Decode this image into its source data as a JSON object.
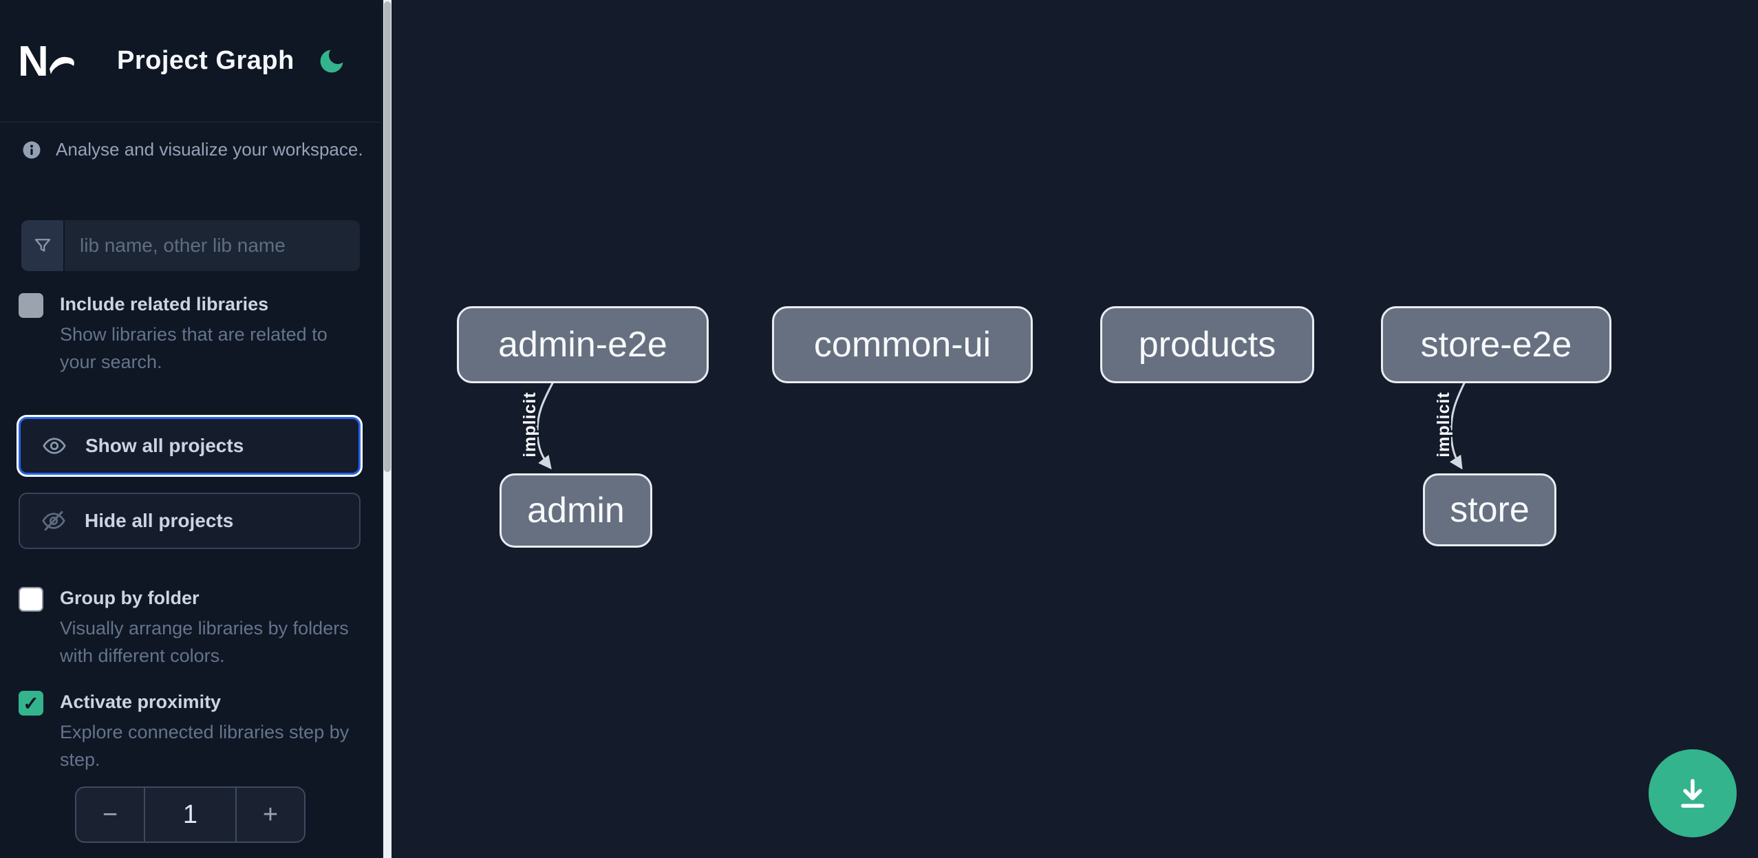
{
  "app": {
    "logo_text": "Nx",
    "title": "Project Graph"
  },
  "sidebar": {
    "tagline": "Analyse and visualize your workspace.",
    "search": {
      "placeholder": "lib name, other lib name"
    },
    "include_related": {
      "label": "Include related libraries",
      "description": "Show libraries that are related to your search.",
      "checked": false
    },
    "show_all_label": "Show all projects",
    "hide_all_label": "Hide all projects",
    "group_by_folder": {
      "label": "Group by folder",
      "description": "Visually arrange libraries by folders with different colors.",
      "checked": false
    },
    "activate_proximity": {
      "label": "Activate proximity",
      "description": "Explore connected libraries step by step.",
      "checked": true
    },
    "proximity": {
      "decrease": "−",
      "value": "1",
      "increase": "+"
    }
  },
  "graph": {
    "nodes": [
      {
        "label": "admin-e2e"
      },
      {
        "label": "common-ui"
      },
      {
        "label": "products"
      },
      {
        "label": "store-e2e"
      },
      {
        "label": "admin"
      },
      {
        "label": "store"
      }
    ],
    "edges": [
      {
        "source": "admin-e2e",
        "target": "admin",
        "label": "implicit"
      },
      {
        "source": "store-e2e",
        "target": "store",
        "label": "implicit"
      }
    ]
  },
  "colors": {
    "accent_green": "#34b48c",
    "focus_blue": "#2563eb",
    "node_fill": "#667080",
    "sidebar_bg": "#0f1624",
    "canvas_bg": "#141b2a"
  }
}
